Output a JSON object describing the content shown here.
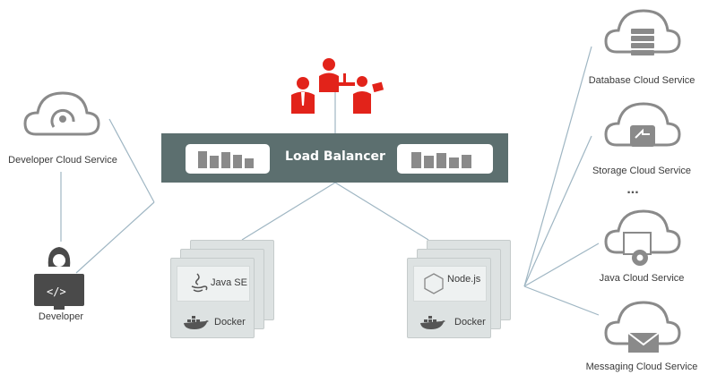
{
  "load_balancer": {
    "title": "Load Balancer"
  },
  "developer": {
    "service_label": "Developer Cloud Service",
    "person_label": "Developer"
  },
  "containers": {
    "java": {
      "runtime": "Java SE",
      "platform": "Docker"
    },
    "node": {
      "runtime": "Node.js",
      "platform": "Docker"
    }
  },
  "cloud_services": [
    {
      "label": "Database Cloud Service",
      "icon": "database-icon"
    },
    {
      "label": "Storage Cloud Service",
      "icon": "storage-icon"
    },
    {
      "label": "Java Cloud Service",
      "icon": "java-gear-icon"
    },
    {
      "label": "Messaging Cloud Service",
      "icon": "envelope-icon"
    }
  ],
  "ellipsis": "...",
  "colors": {
    "accent_red": "#e2231a",
    "lb_gray": "#5c6f6f",
    "cloud_gray": "#8a8a8a",
    "line_blue": "#9fb6c3"
  }
}
